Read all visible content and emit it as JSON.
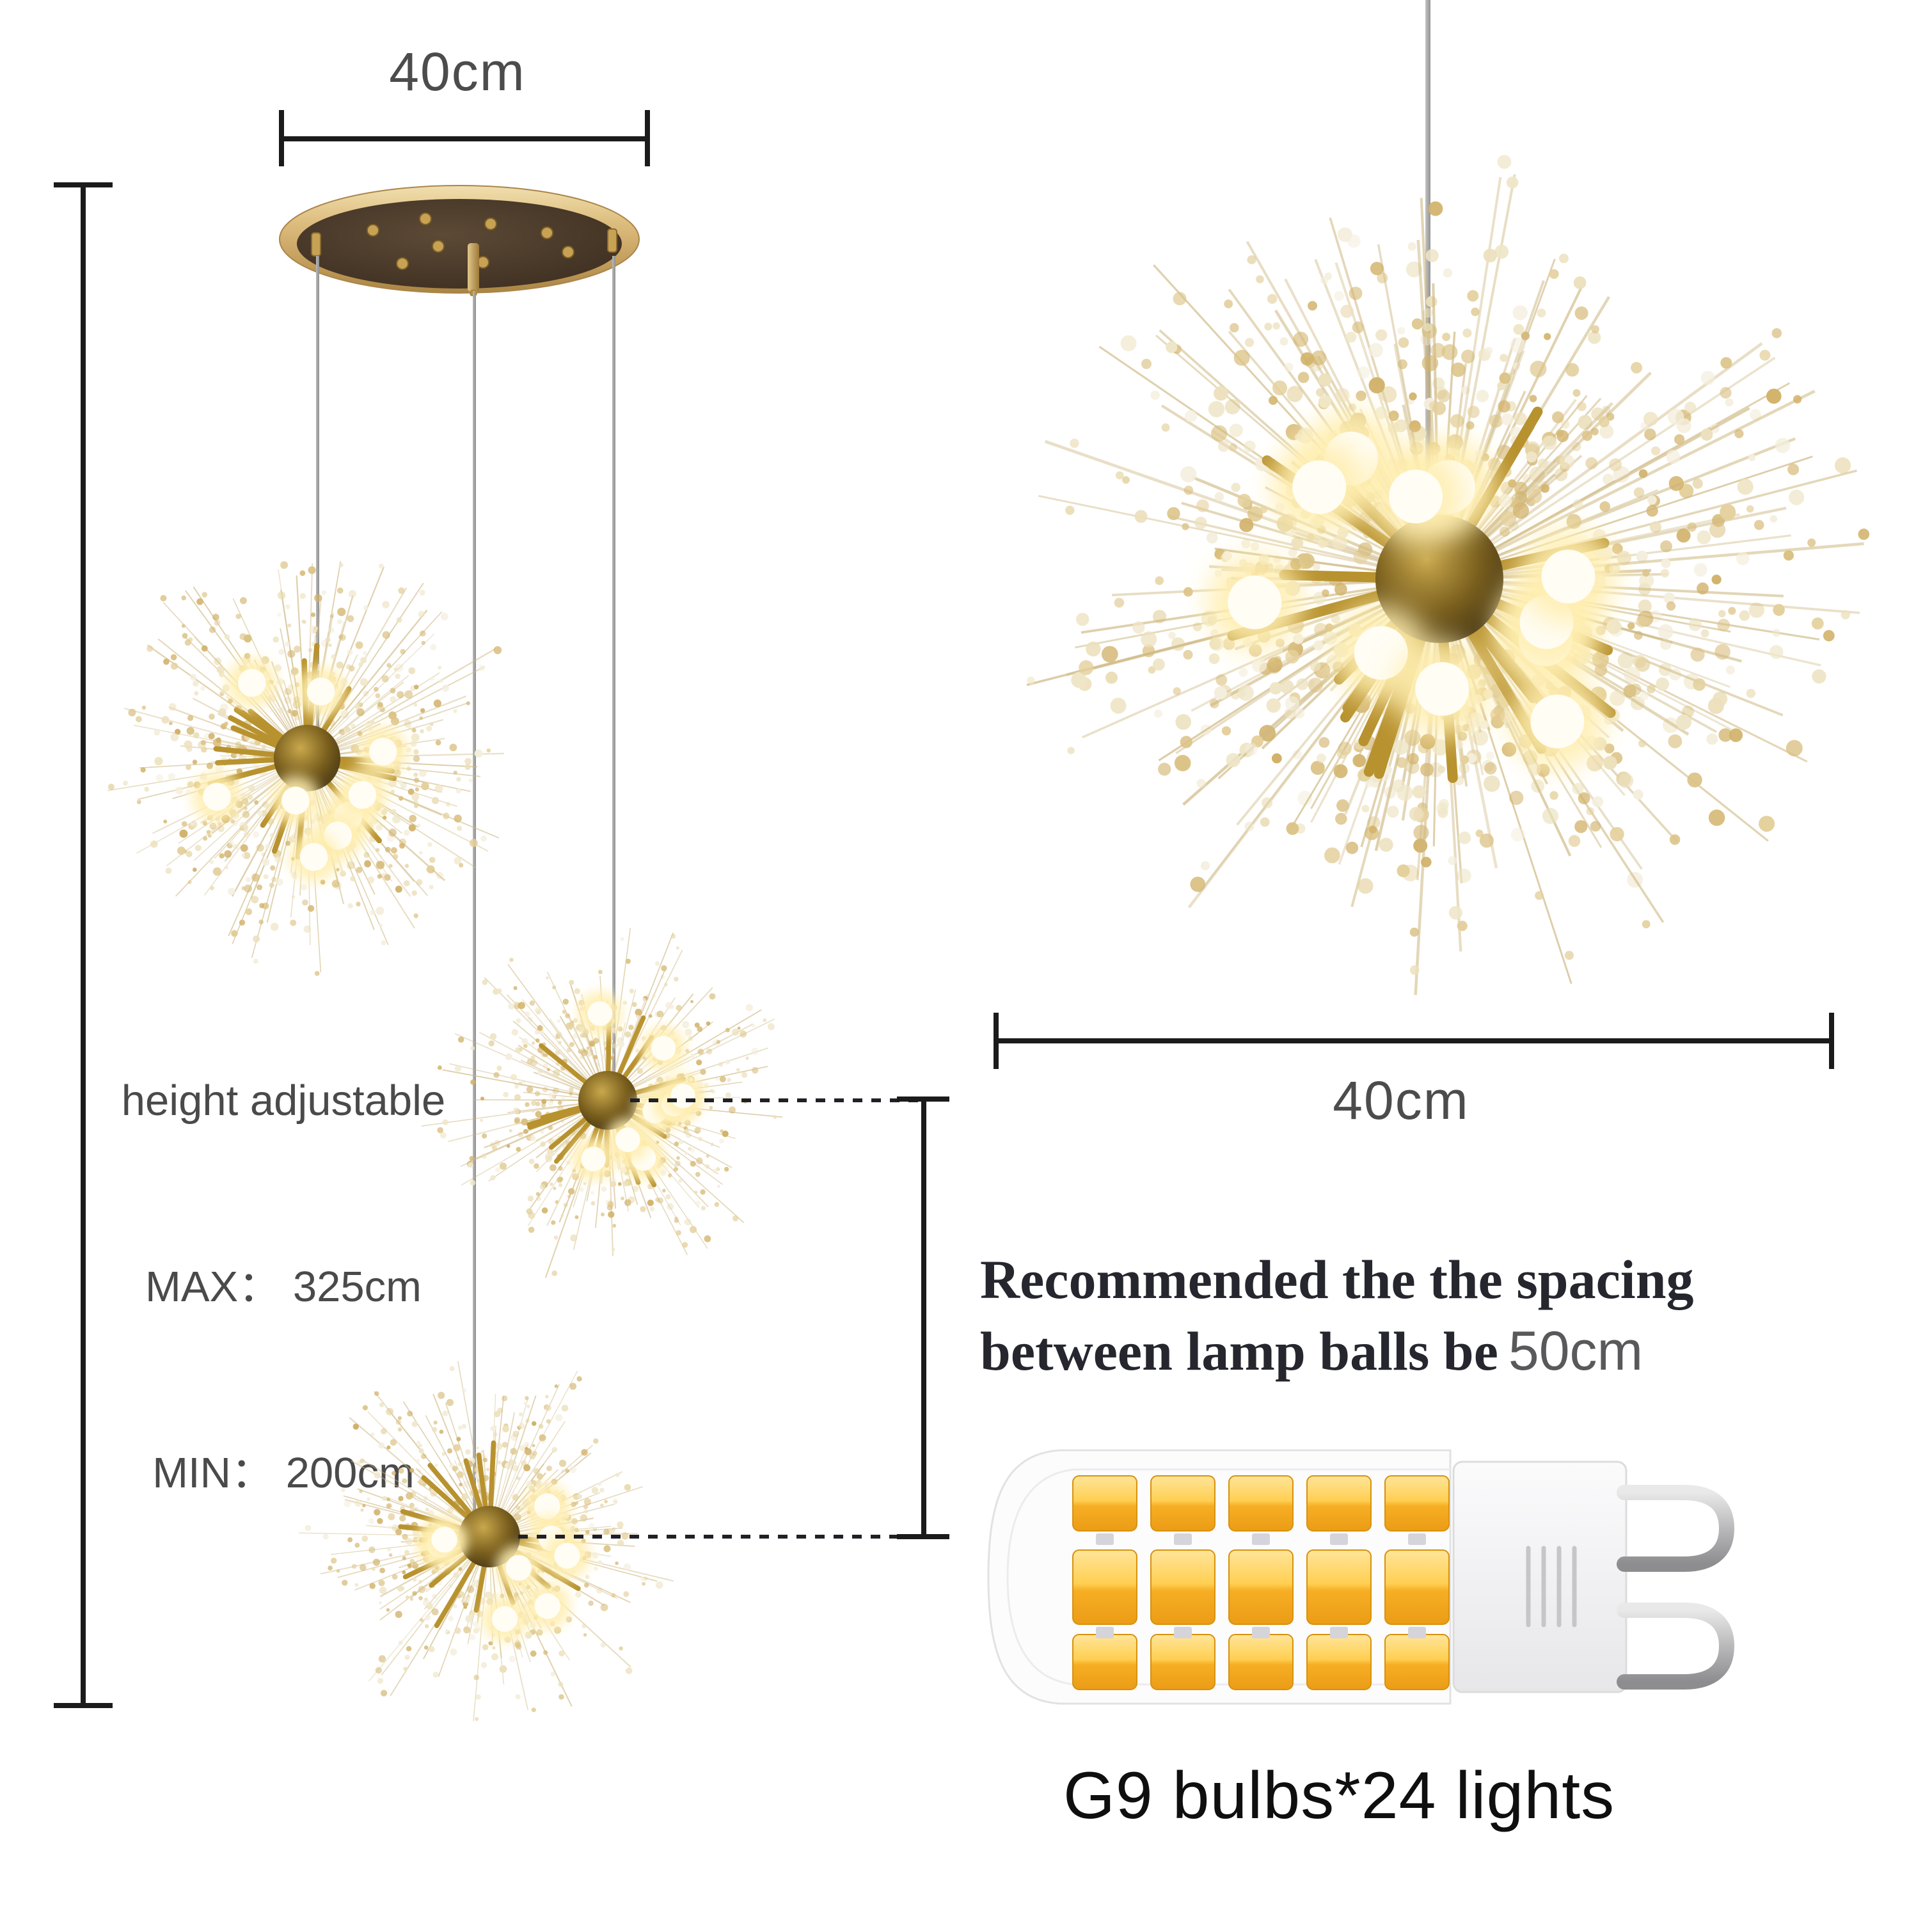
{
  "labels": {
    "canopy_width": "40cm",
    "ball_diameter": "40cm"
  },
  "height_adjustable": {
    "title": "height adjustable",
    "max": "MAX： 325cm",
    "min": "MIN： 200cm"
  },
  "spacing_note": {
    "bold_line1": "Recommended the the spacing",
    "bold_line2": "between lamp balls be",
    "value": "50cm"
  },
  "bulb_caption": "G9 bulbs*24 lights",
  "bulb": {
    "led_rows": 3,
    "led_cols": 5
  },
  "colors": {
    "gold": "#c7a15c",
    "canopy_underside": "#463527",
    "crystal": "#e6d3a2",
    "led_chip": "#f6b32b",
    "dimension_line": "#1b1b1b",
    "label_gray": "#4c4c4c"
  }
}
